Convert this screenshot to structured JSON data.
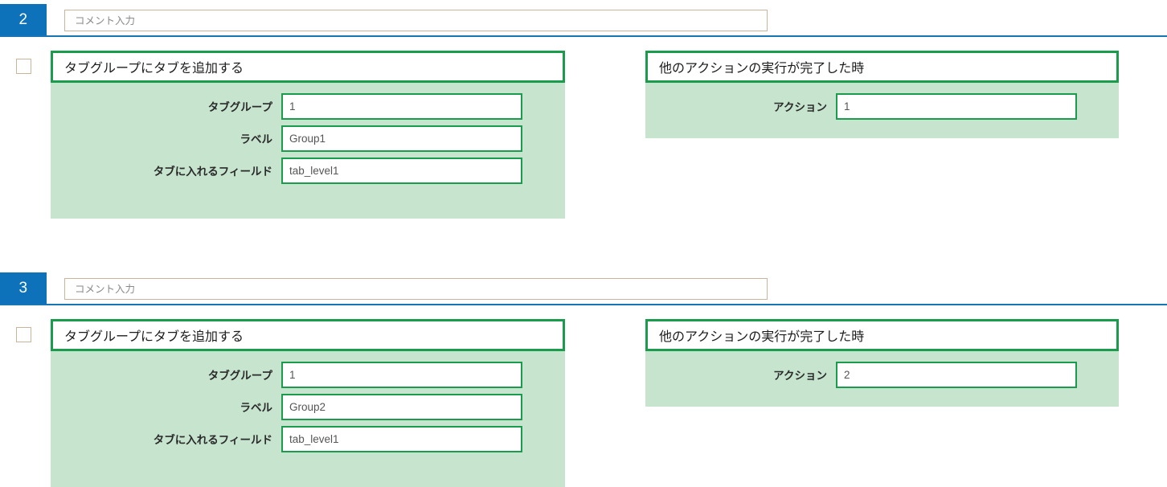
{
  "theme": {
    "badge_color": "#0d72ba",
    "rule_color": "#1874b4",
    "panel_bg": "#c6e4ce",
    "panel_border": "#1a9c4c",
    "checkbox_border": "#c9b49c"
  },
  "blocks": [
    {
      "index": "2",
      "comment": {
        "value": "",
        "placeholder": "コメント入力"
      },
      "checkbox_checked": false,
      "action_panel": {
        "title": "タブグループにタブを追加する",
        "fields": [
          {
            "label": "タブグループ",
            "value": "1"
          },
          {
            "label": "ラベル",
            "value": "Group1"
          },
          {
            "label": "タブに入れるフィールド",
            "value": "tab_level1"
          }
        ]
      },
      "trigger_panel": {
        "title": "他のアクションの実行が完了した時",
        "fields": [
          {
            "label": "アクション",
            "value": "1"
          }
        ]
      }
    },
    {
      "index": "3",
      "comment": {
        "value": "",
        "placeholder": "コメント入力"
      },
      "checkbox_checked": false,
      "action_panel": {
        "title": "タブグループにタブを追加する",
        "fields": [
          {
            "label": "タブグループ",
            "value": "1"
          },
          {
            "label": "ラベル",
            "value": "Group2"
          },
          {
            "label": "タブに入れるフィールド",
            "value": "tab_level1"
          }
        ]
      },
      "trigger_panel": {
        "title": "他のアクションの実行が完了した時",
        "fields": [
          {
            "label": "アクション",
            "value": "2"
          }
        ]
      }
    }
  ]
}
